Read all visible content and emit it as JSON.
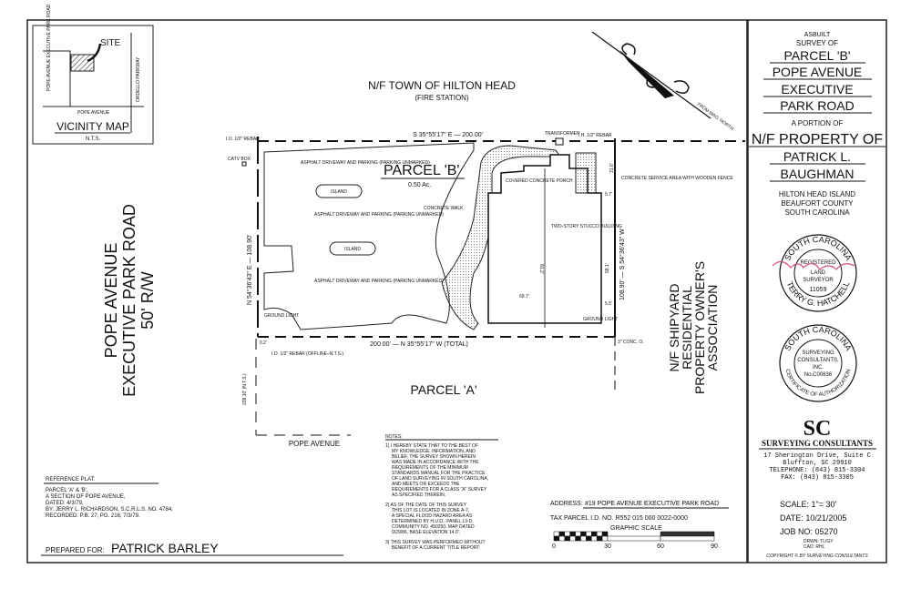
{
  "vicinity_map": {
    "site": "SITE",
    "road_left": "POPE AVENUE EXECUTIVE PARK ROAD",
    "road_right": "ORDELLO PARKWAY",
    "road_bottom": "POPE AVENUE",
    "title": "VICINITY MAP",
    "subtitle": "N.T.S."
  },
  "plan": {
    "north_neighbor": "N/F TOWN OF HILTON HEAD",
    "north_neighbor_sub": "(FIRE STATION)",
    "north_arrow_label": "FROM MAG. NORTH",
    "parcel_title": "PARCEL 'B'",
    "parcel_area": "0.50 Ac.",
    "top_bearing": "S 35°55'17\" E — 200.00'",
    "bottom_bearing": "200.00' — N 35°55'17\" W (TOTAL)",
    "left_bearing": "N 54°36'43\" E — 108.90'",
    "right_bearing": "108.90' — S 54°36'43\" W",
    "rebar_nw": "I.O. 1/2\" REBAR",
    "rebar_ne": "I.H. 1/2\" REBAR",
    "rebar_sw": "I.O. 1/2\" REBAR (OFFLINE–N.T.S.)",
    "conc_se": "3\" CONC. O.",
    "transformer": "TRANSFORMER",
    "catv_box": "CATV BOX",
    "asphalt_label": "ASPHALT DRIVEWAY AND PARKING (PARKING UNMARKED)",
    "island": "ISLAND",
    "concrete_walk": "CONCRETE WALK",
    "covered_porch": "COVERED CONCRETE PORCH",
    "building": "TWO-STORY STUCCO BUILDING",
    "service_area": "CONCRETE SERVICE AREA WITH WOODEN FENCE",
    "ground_light": "GROUND LIGHT",
    "dim_building_w": "69.7'",
    "dim_building_h": "81.2'",
    "dim_side": "58.1'",
    "dim_rear": "31.6'",
    "dim_offset1": "5.7'",
    "dim_offset2": "5.5'",
    "dim_sw": "0.2'",
    "dist_left": "238.10' (N.T.S.)",
    "west_road_1": "POPE AVENUE",
    "west_road_2": "EXECUTIVE PARK ROAD",
    "west_road_3": "50' R/W",
    "east_neighbor_1": "N/F SHIPYARD",
    "east_neighbor_2": "RESIDENTIAL",
    "east_neighbor_3": "PROPERTY OWNER'S",
    "east_neighbor_4": "ASSOCIATION",
    "south_parcel": "PARCEL 'A'",
    "south_road": "POPE AVENUE"
  },
  "notes": {
    "title": "NOTES:",
    "items": [
      [
        "1) I HEREBY STATE THAT TO THE BEST OF",
        "MY KNOWLEDGE, INFORMATION, AND",
        "BELIEF, THE SURVEY SHOWN HEREIN",
        "WAS MADE IN ACCORDANCE WITH THE",
        "REQUIREMENTS OF THE MINIMUM",
        "STANDARDS MANUAL FOR THE PRACTICE",
        "OF LAND SURVEYING IN SOUTH CAROLINA,",
        "AND MEETS OR EXCEEDS THE",
        "REQUIREMENTS FOR A CLASS \"A\" SURVEY",
        "AS SPECIFIED THEREIN."
      ],
      [
        "2) AS OF THE DATE OF THIS SURVEY",
        "THIS LOT IS LOCATED IN ZONE A-7,",
        "A SPECIAL FLOOD HAZARD AREA AS",
        "DETERMINED BY H.U.D., PANEL 13-D,",
        "COMMUNITY NO. 450250, MAP DATED",
        "9/29/86, BASE ELEVATION 14.0'."
      ],
      [
        "3) THIS SURVEY WAS PERFORMED WITHOUT",
        "BENEFIT OF A CURRENT TITLE REPORT."
      ]
    ]
  },
  "address": {
    "label": "ADDRESS:",
    "value": "#19 POPE AVENUE EXECUTIVE PARK ROAD",
    "tax": "TAX PARCEL I.D. NO. R552 015 000 0022-0000",
    "scale_title": "GRAPHIC SCALE",
    "scale_ticks": [
      "0",
      "30",
      "60",
      "90"
    ]
  },
  "reference": {
    "title": "REFERENCE PLAT:",
    "lines": [
      "PARCEL 'A' & 'B',",
      "A SECTION OF POPE AVENUE,",
      "DATED: 4/3/79,",
      "BY: JERRY L. RICHARDSON, S.C.R.L.S. NO. 4784,",
      "RECORDED: P.B. 27, PG. 216, 7/3/79."
    ],
    "prepared_label": "PREPARED FOR:",
    "prepared_value": "PATRICK BARLEY"
  },
  "title_block": {
    "line1": "ASBUILT",
    "line2": "SURVEY OF",
    "big": [
      "PARCEL 'B'",
      "POPE AVENUE",
      "EXECUTIVE",
      "PARK ROAD"
    ],
    "portion": "A PORTION OF",
    "owner": [
      "N/F PROPERTY OF",
      "PATRICK L.",
      "BAUGHMAN"
    ],
    "location": [
      "HILTON HEAD ISLAND",
      "BEAUFORT COUNTY",
      "SOUTH CAROLINA"
    ],
    "seal1": {
      "ring_top": "SOUTH CAROLINA",
      "ring_bottom": "TERRY G. HATCHELL",
      "inner": [
        "REGISTERED",
        "LAND",
        "SURVEYOR",
        "11059"
      ]
    },
    "seal2": {
      "ring_top": "SOUTH CAROLINA",
      "ring_bottom": "CERTIFICATE OF AUTHORIZATION",
      "inner": [
        "SURVEYING",
        "CONSULTANTS,",
        "INC.",
        "No.C00836"
      ]
    },
    "logo": "SC",
    "company": "SURVEYING CONSULTANTS",
    "contact": [
      "17 Sherington Drive, Suite C",
      "Bluffton, SC  29910",
      "TELEPHONE: (843) 815-3304",
      "FAX: (843) 815-3305"
    ],
    "scale": "SCALE: 1\"= 30'",
    "date": "DATE: 10/21/2005",
    "job": "JOB NO: 05270",
    "drawn": "DRWN: TL/GY",
    "cad": "CAD: RHL",
    "copyright": "COPYRIGHT © BY SURVEYING CONSULTANTS",
    "accent": "#d05070"
  }
}
